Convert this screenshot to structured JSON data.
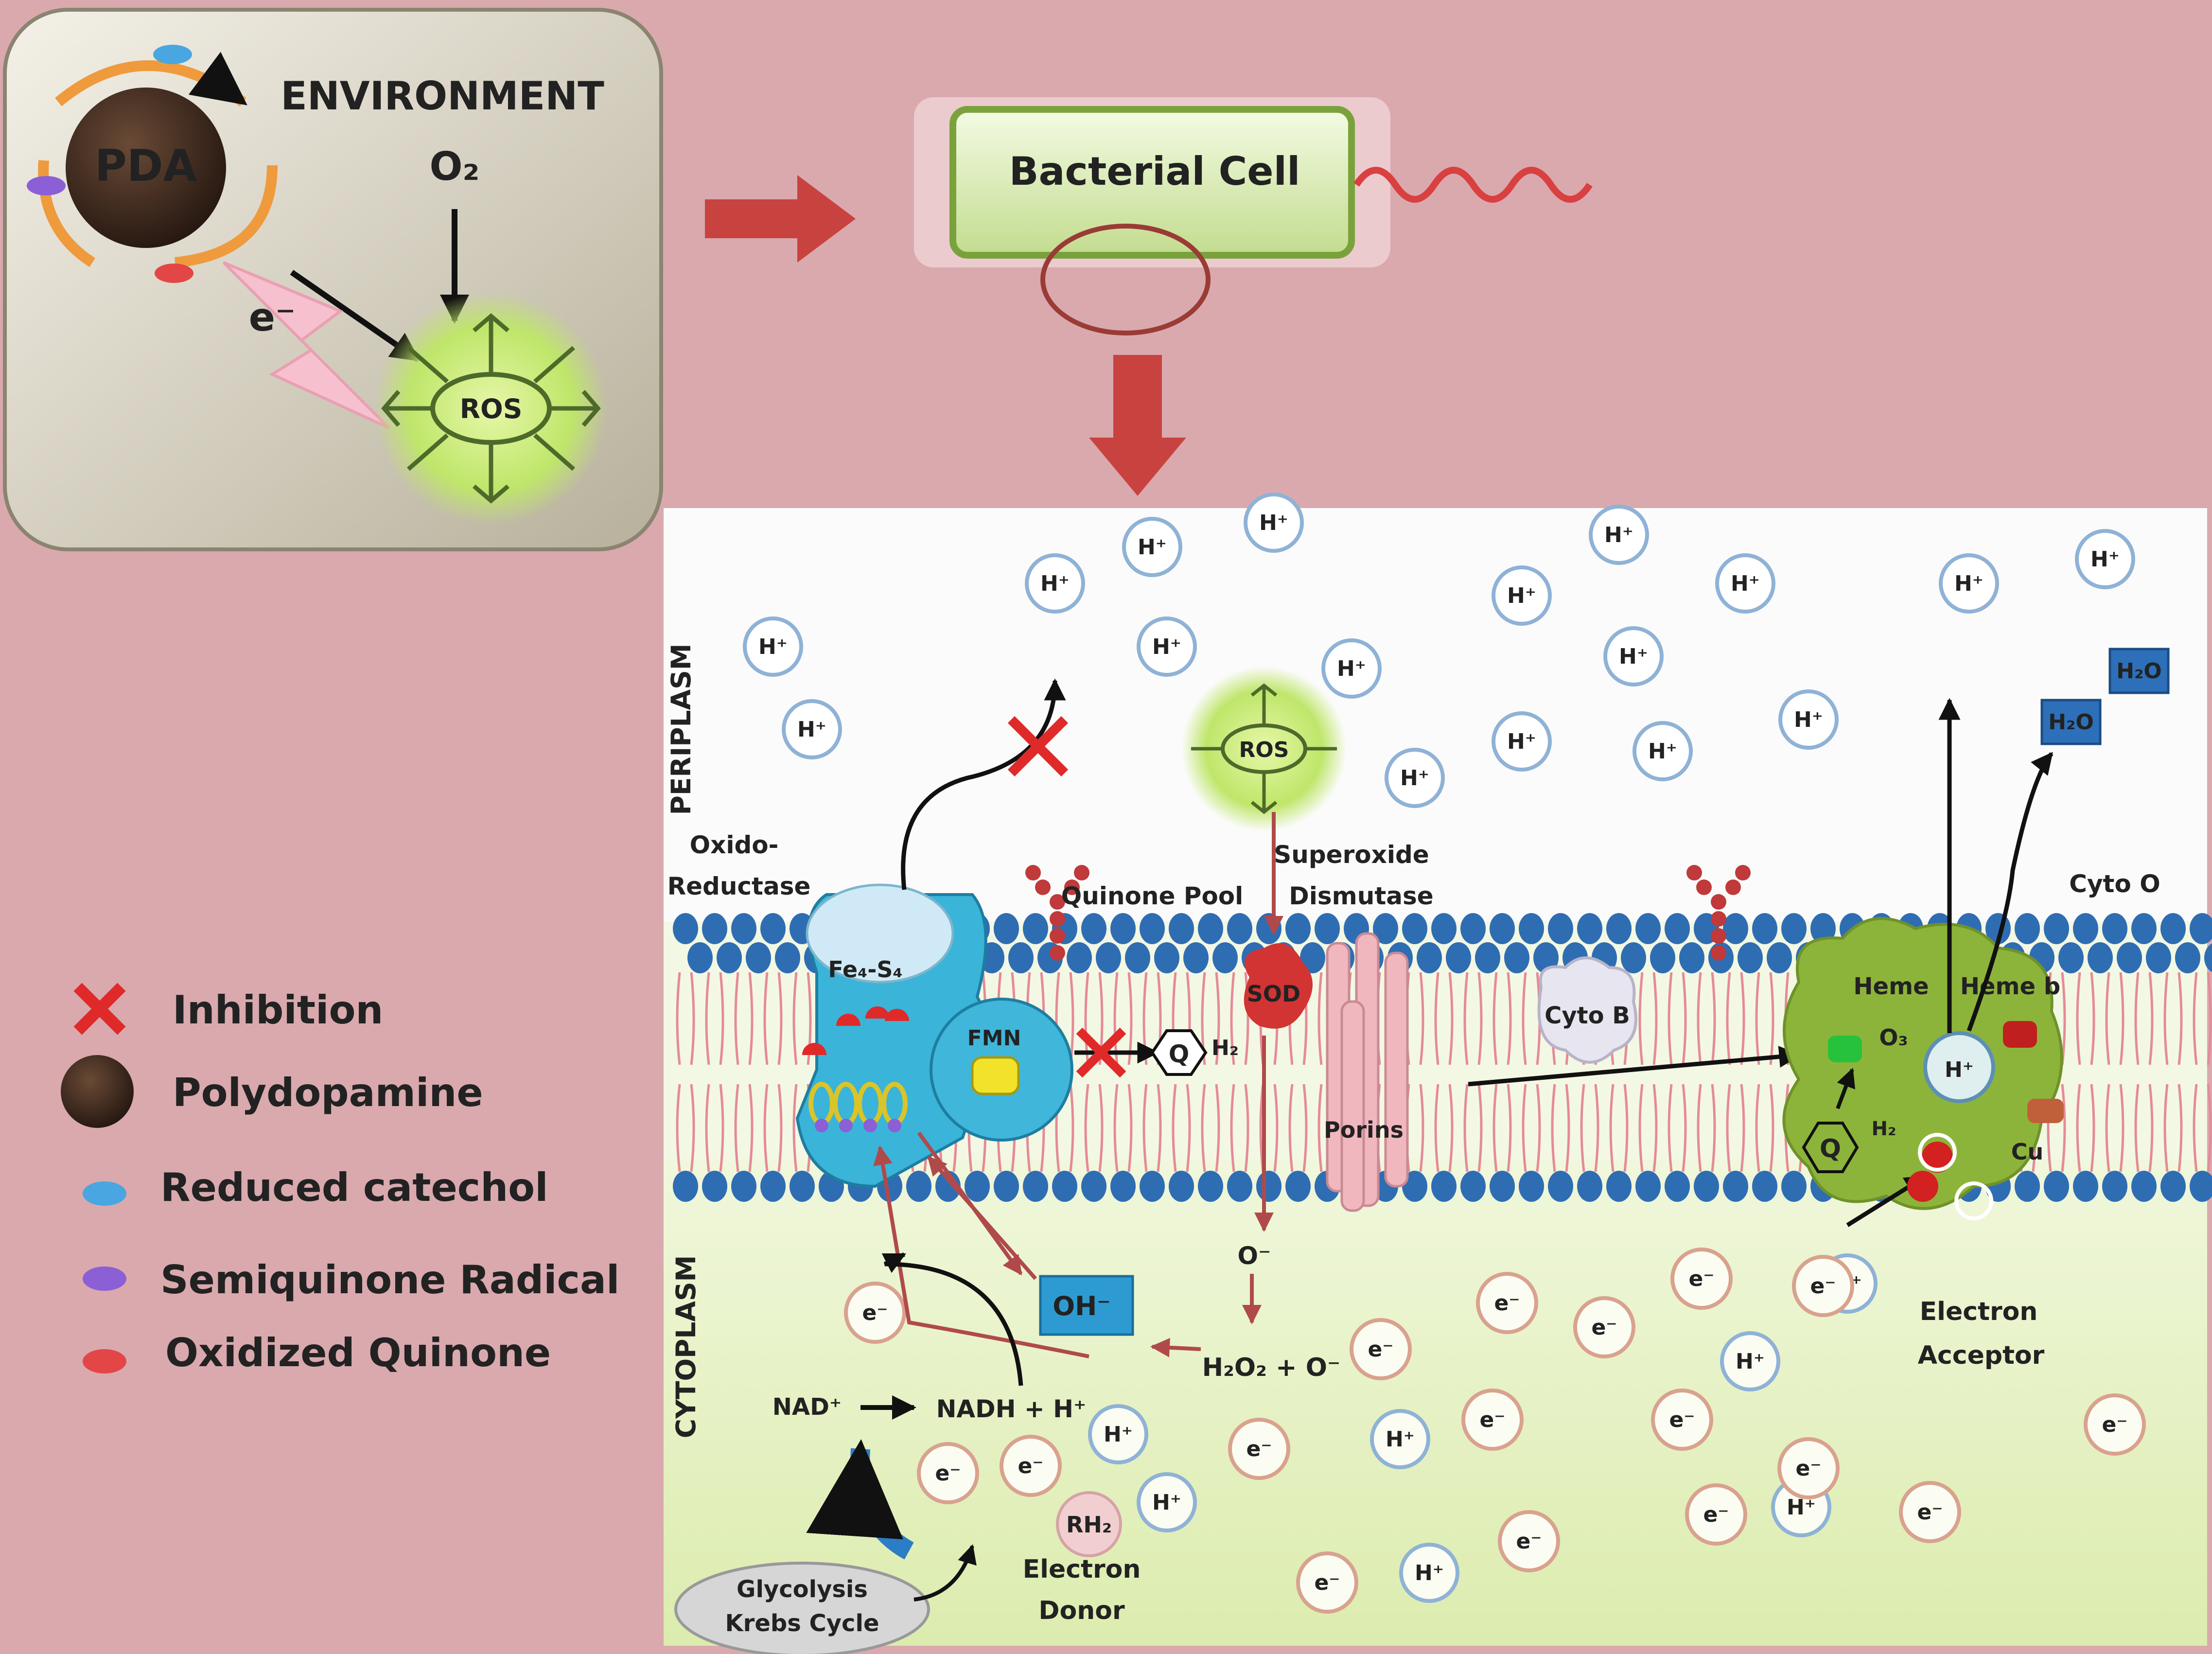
{
  "env_box": {
    "pda": "PDA",
    "environment": "ENVIRONMENT",
    "o2": "O₂",
    "electron": "e⁻",
    "ros": "ROS"
  },
  "bacterial_cell": "Bacterial Cell",
  "legend": {
    "inhibition": "Inhibition",
    "polydopamine": "Polydopamine",
    "reduced_catechol": "Reduced catechol",
    "semiquinone": "Semiquinone  Radical",
    "oxidized_quinone": "Oxidized Quinone"
  },
  "regions": {
    "periplasm": "PERIPLASM",
    "cytoplasm": "CYTOPLASM"
  },
  "labels": {
    "oxido_line1": "Oxido-",
    "oxido_line2": "Reductase",
    "quinone_pool": "Quinone  Pool",
    "sod_line1": "Superoxide",
    "sod_line2": "Dismutase",
    "cyto_o": "Cyto O",
    "fe4s4": "Fe₄-S₄",
    "fmn": "FMN",
    "q": "Q",
    "h2": "H₂",
    "sod": "SOD",
    "porins": "Porins",
    "cyto_b": "Cyto B",
    "heme": "Heme",
    "o3": "O₃",
    "heme_b": "Heme b",
    "cu": "Cu",
    "ros2": "ROS",
    "o_minus": "O⁻",
    "oh_minus": "OH⁻",
    "h2o2": "H₂O₂ + O⁻",
    "nad": "NAD⁺",
    "nadh": "NADH + H⁺",
    "rh2": "RH₂",
    "donor1": "Electron",
    "donor2": "Donor",
    "acceptor1": "Electron",
    "acceptor2": "Acceptor",
    "glyco1": "Glycolysis",
    "glyco2": "Krebs Cycle",
    "h2o": "H₂O",
    "hplus": "H⁺",
    "eminus": "e⁻"
  },
  "colors": {
    "background": "#d9a9ae",
    "periplasm": "#ffffff",
    "cytoplasm": "#eaf3cf",
    "lipid_head": "#2f6db3",
    "protein_blue": "#3ab4d8",
    "complex_green": "#8db43a",
    "arrow_red": "#b04a4a"
  }
}
